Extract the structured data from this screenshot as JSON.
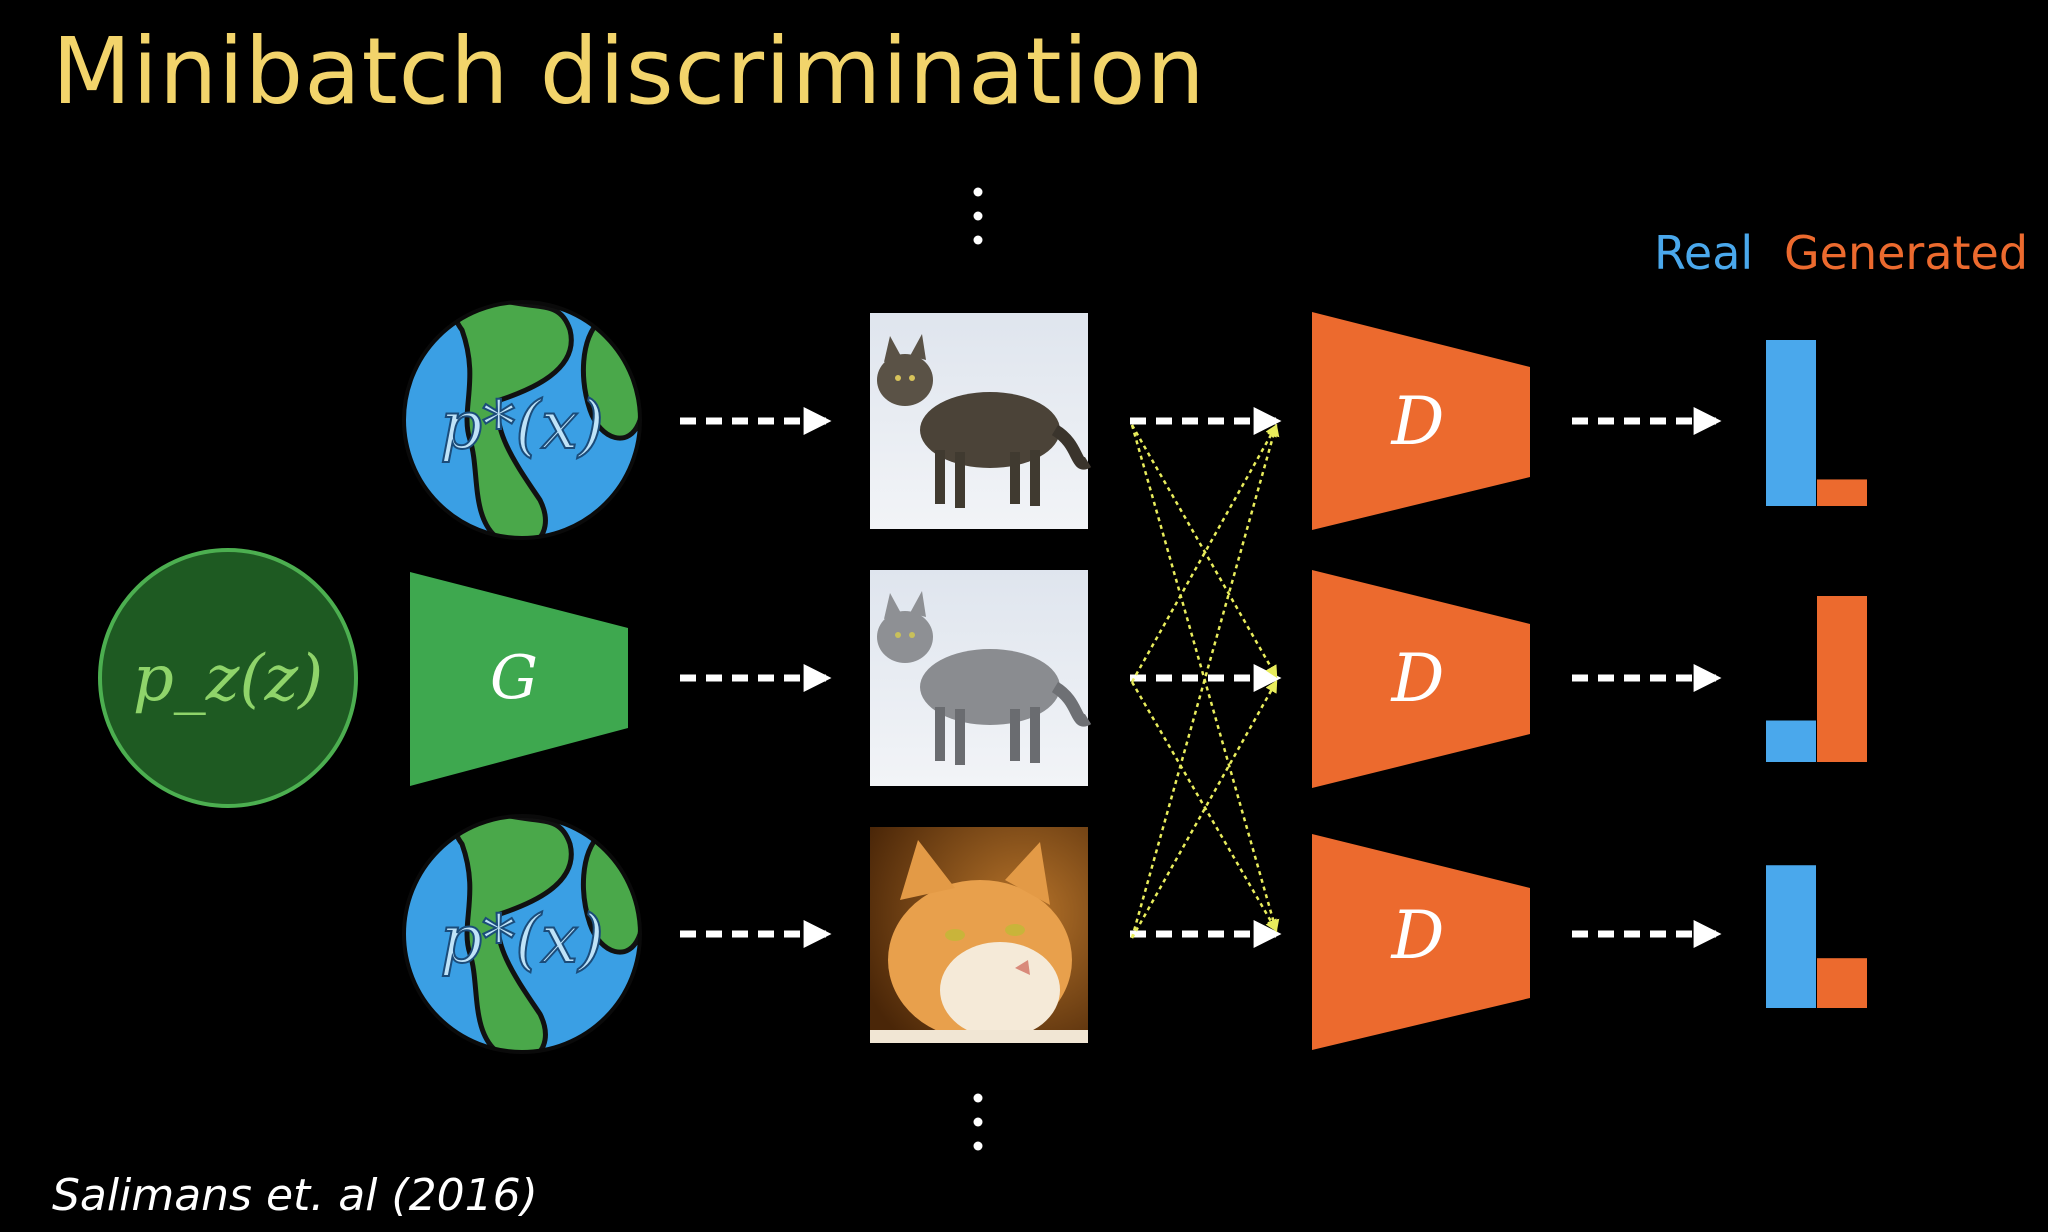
{
  "title": "Minibatch discrimination",
  "citation": "Salimans et. al (2016)",
  "legend": {
    "real_label": "Real",
    "generated_label": "Generated"
  },
  "colors": {
    "title": "#f2d46b",
    "real": "#4aa8ec",
    "generated": "#ec6a2e",
    "generator": "#3ea84f",
    "noise_fill": "#1e5a22",
    "earth_ocean": "#3a9fe4",
    "earth_land": "#4aa84a",
    "cross_arrows": "#e8ec5c"
  },
  "nodes": {
    "noise_label": "p_z(z)",
    "generator_label": "G",
    "data_label": "p*(x)",
    "discriminator_label": "D"
  },
  "samples": [
    {
      "source": "real",
      "image": "gray-tabby-cat-in-snow"
    },
    {
      "source": "generated",
      "image": "gray-cat-in-snow"
    },
    {
      "source": "real",
      "image": "orange-white-cat-portrait"
    }
  ],
  "chart_data": [
    {
      "type": "bar",
      "categories": [
        "Real",
        "Generated"
      ],
      "values": [
        1.0,
        0.16
      ]
    },
    {
      "type": "bar",
      "categories": [
        "Real",
        "Generated"
      ],
      "values": [
        0.25,
        1.0
      ]
    },
    {
      "type": "bar",
      "categories": [
        "Real",
        "Generated"
      ],
      "values": [
        0.86,
        0.3
      ]
    }
  ]
}
